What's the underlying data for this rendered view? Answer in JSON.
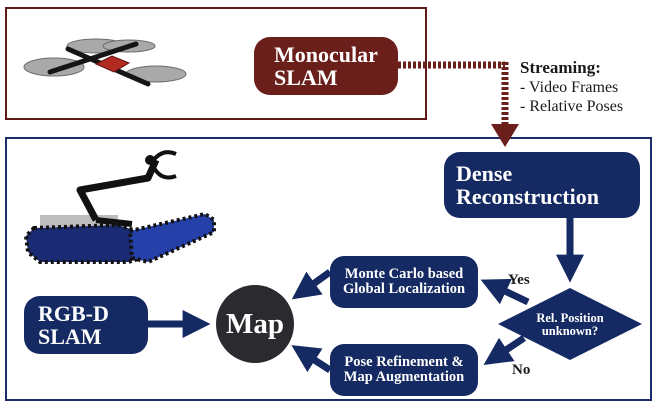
{
  "colors": {
    "maroon": "#6b1f1b",
    "navy": "#152a62",
    "dark": "#2b2a2e",
    "frame_top": "#5e1a17",
    "frame_bottom": "#1b2a6b"
  },
  "icons": [
    "drone-icon",
    "tracked-robot-icon"
  ],
  "monocular": {
    "label_line1": "Monocular",
    "label_line2": "SLAM"
  },
  "streaming": {
    "title": "Streaming:",
    "item1": "- Video Frames",
    "item2": "- Relative Poses"
  },
  "dense": {
    "label_line1": "Dense",
    "label_line2": "Reconstruction"
  },
  "decision": {
    "label_line1": "Rel. Position",
    "label_line2": "unknown?"
  },
  "monte_carlo": {
    "label_line1": "Monte Carlo based",
    "label_line2": "Global Localization"
  },
  "pose_refinement": {
    "label_line1": "Pose Refinement &",
    "label_line2": "Map Augmentation"
  },
  "yes_label": "Yes",
  "no_label": "No",
  "map": {
    "label": "Map"
  },
  "rgbd": {
    "label_line1": "RGB-D",
    "label_line2": "SLAM"
  }
}
